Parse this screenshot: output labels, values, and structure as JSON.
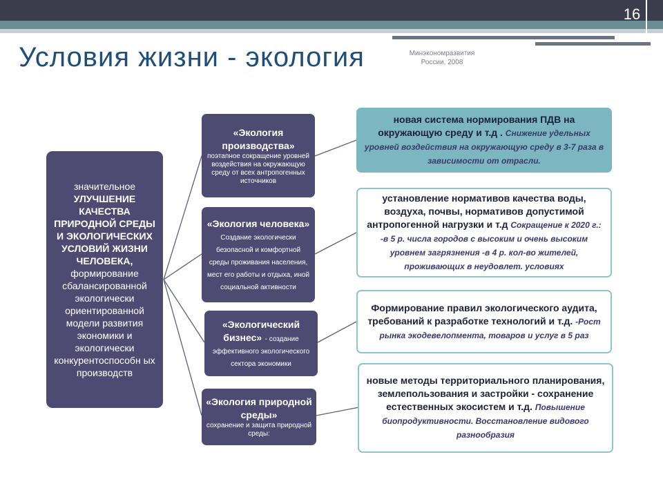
{
  "slide": {
    "number": "16",
    "title": "Условия жизни - экология",
    "source_line1": "Минэкономразвития",
    "source_line2": "России, 2008"
  },
  "colors": {
    "header_dark": "#3b3c4c",
    "teal": "#6a8d93",
    "box_purple": "#4d4b72",
    "box_teal": "#7cb6c0"
  },
  "center": {
    "pre": "значительное",
    "bold": "УЛУЧШЕНИЕ КАЧЕСТВА ПРИРОДНОЙ СРЕДЫ И ЭКОЛОГИЧЕСКИХ УСЛОВИЙ ЖИЗНИ ЧЕЛОВЕКА,",
    "post": "формирование сбалансированной экологически ориентированной модели развития экономики и экологически конкурентоспособн ых производств"
  },
  "branches": [
    {
      "title": "«Экология производства»",
      "desc": "поэтапное сокращение уровней воздействия на окружающую среду от всех антропогенных источников",
      "result_bold": "новая система нормирования ПДВ на окружающую среду и т.д .",
      "result_italic": "Снижение удельных уровней воздействия на окружающую среду в 3-7 раза в зависимости от отрасли."
    },
    {
      "title": "«Экология человека»",
      "desc": "Создание экологически безопасной и комфортной среды проживания населения, мест его работы и отдыха, иной социальной активности",
      "result_bold": "установление нормативов качества воды, воздуха, почвы, нормативов допустимой антропогенной нагрузки и т.д",
      "result_italic": "Сокращение к 2020 г.: -в 5 р. числа городов с высоким и очень высоким уровнем загрязнения -в 4 р. кол-во жителей, проживающих в неудовлет. условиях"
    },
    {
      "title": "«Экологический бизнес»",
      "desc": "- создание эффективного экологического сектора экономики",
      "result_bold": "Формирование правил экологического аудита, требований к разработке технологий и т.д.",
      "result_italic": "-Рост рынка экодевелопмента, товаров и услуг в 5 раз"
    },
    {
      "title": "«Экология природной среды»",
      "desc": "сохранение и защита природной среды:",
      "result_bold": "новые методы территориального планирования, землепользования и застройки - сохранение естественных экосистем и т.д.",
      "result_italic": "Повышение биопродуктивности. Восстановление видового разнообразия"
    }
  ]
}
